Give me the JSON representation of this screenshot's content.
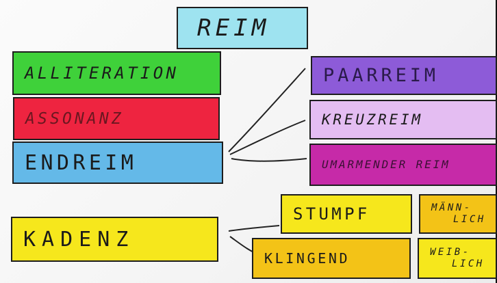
{
  "title": "REIM",
  "types": [
    "ALLITERATION",
    "ASSONANZ",
    "ENDREIM"
  ],
  "endreim_kinds": [
    "PAARREIM",
    "KREUZREIM",
    "UMARMENDER REIM"
  ],
  "kadenz": "KADENZ",
  "kadenz_kinds": [
    "STUMPF",
    "KLINGEND"
  ],
  "kadenz_gender": [
    {
      "line1": "MÄNN-",
      "line2": "LICH"
    },
    {
      "line1": "WEIB-",
      "line2": "LICH"
    }
  ],
  "colors": {
    "reim": "#9ee3f0",
    "alliteration": "#3fd13a",
    "assonanz": "#ee2440",
    "endreim": "#64b9e8",
    "paarreim": "#8d5bd8",
    "kreuzreim": "#e4bdf2",
    "umarmender": "#c62aa8",
    "yellow": "#f6e71c",
    "orange_yellow": "#f3c317"
  }
}
